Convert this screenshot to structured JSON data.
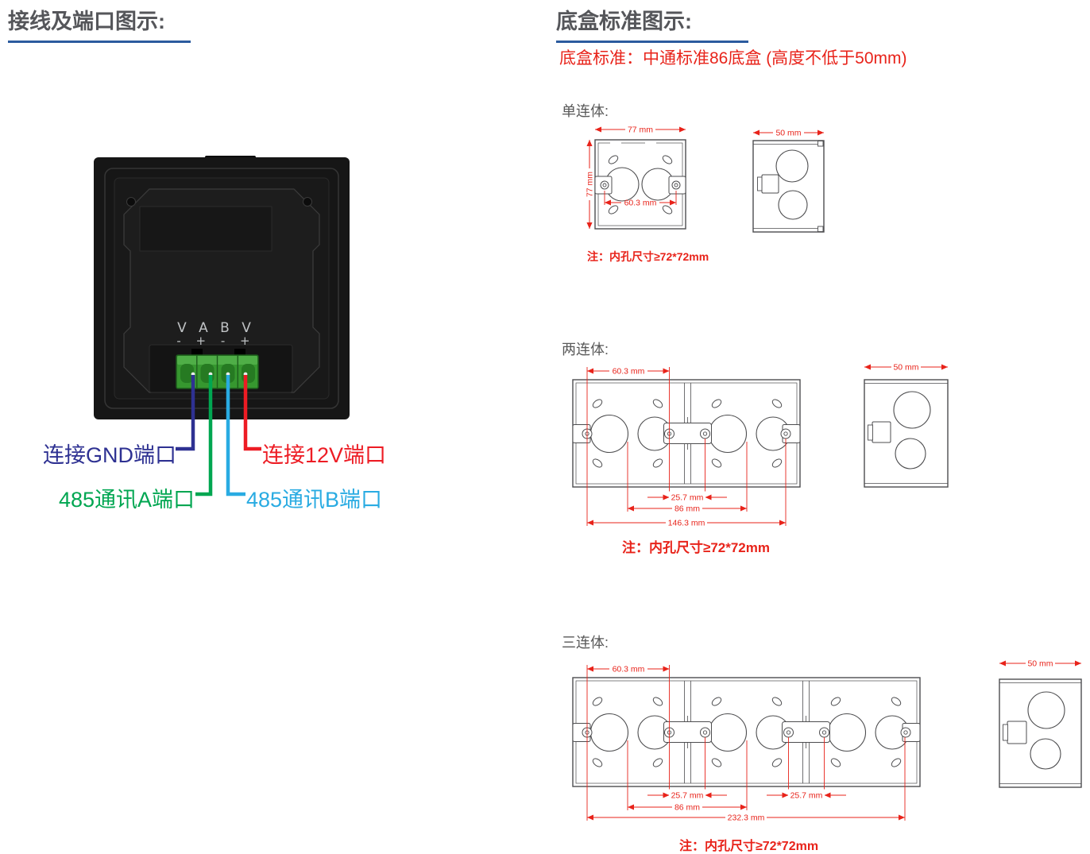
{
  "left": {
    "title": "接线及端口图示:",
    "device": {
      "terminal_row1": "V A B V",
      "terminal_row2": "- + - +"
    },
    "port_labels": {
      "gnd": {
        "text": "连接GND端口",
        "color": "#2e3192"
      },
      "a485": {
        "text": "485通讯A端口",
        "color": "#00a651"
      },
      "b485": {
        "text": "485通讯B端口",
        "color": "#29abe2"
      },
      "v12": {
        "text": "连接12V端口",
        "color": "#ed1c24"
      }
    }
  },
  "right": {
    "title": "底盒标准图示:",
    "subtitle": "底盒标准：中通标准86底盒 (高度不低于50mm)",
    "sections": {
      "single": {
        "label": "单连体:",
        "note": "注：内孔尺寸≥72*72mm",
        "dims": {
          "width": "77 mm",
          "height": "77 mm",
          "screw": "60.3 mm",
          "depth": "50 mm"
        }
      },
      "double": {
        "label": "两连体:",
        "note": "注：内孔尺寸≥72*72mm",
        "dims": {
          "screw": "60.3 mm",
          "gap": "25.7 mm",
          "pitch": "86 mm",
          "total": "146.3 mm",
          "depth": "50 mm"
        }
      },
      "triple": {
        "label": "三连体:",
        "note": "注：内孔尺寸≥72*72mm",
        "dims": {
          "screw": "60.3 mm",
          "gap1": "25.7 mm",
          "gap2": "25.7 mm",
          "pitch": "86 mm",
          "total": "232.3 mm",
          "depth": "50 mm"
        }
      }
    }
  },
  "colors": {
    "heading_text": "#55565a",
    "heading_underline": "#2b5b9e",
    "dimension_red": "#e8231a",
    "drawing_line": "#4d4d4f",
    "terminal_green": "#36972f",
    "wire_gnd": "#2e3192",
    "wire_485a": "#00a651",
    "wire_485b": "#29abe2",
    "wire_12v": "#ed1c24"
  }
}
